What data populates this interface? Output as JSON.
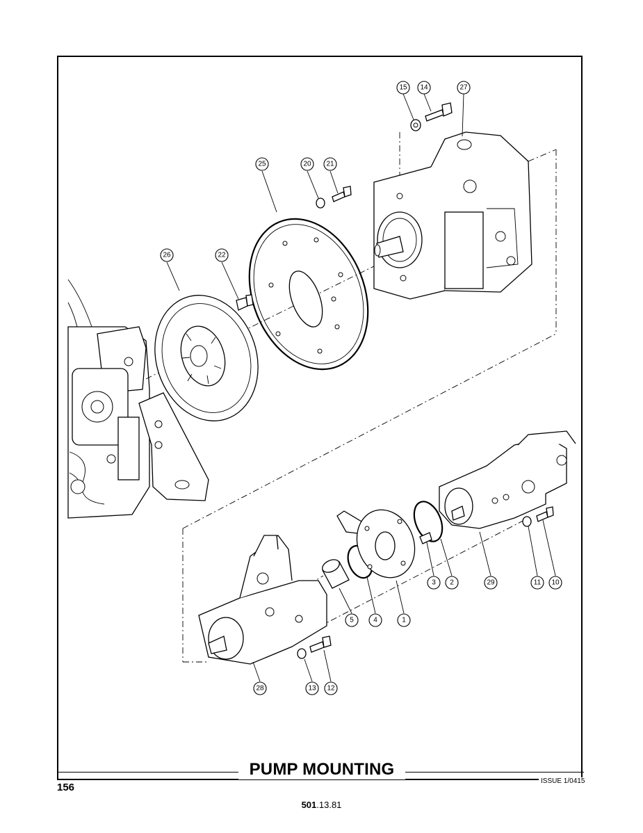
{
  "title": "PUMP MOUNTING",
  "page_number": "156",
  "issue": "ISSUE 1/0415",
  "doc_code": {
    "bold": "501",
    "rest": ".13.81"
  },
  "callouts": [
    "1",
    "2",
    "3",
    "4",
    "5",
    "10",
    "11",
    "12",
    "13",
    "14",
    "15",
    "20",
    "21",
    "22",
    "25",
    "26",
    "27",
    "28",
    "29"
  ]
}
